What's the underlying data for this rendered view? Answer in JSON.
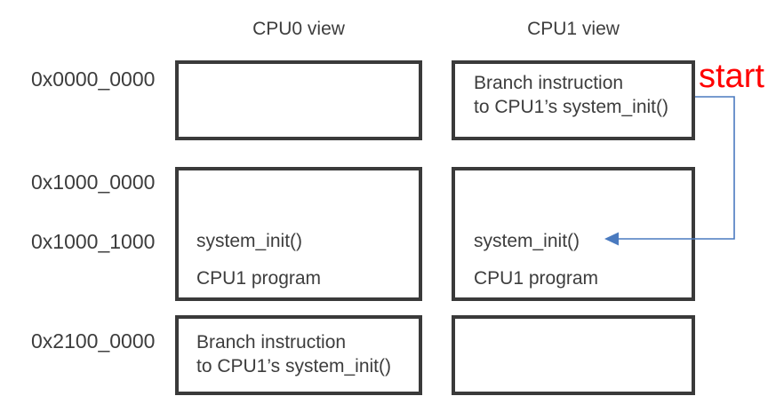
{
  "diagram": {
    "cpu0_title": "CPU0 view",
    "cpu1_title": "CPU1 view",
    "addresses": [
      "0x0000_0000",
      "0x1000_0000",
      "0x1000_1000",
      "0x2100_0000"
    ],
    "cpu0": {
      "box2_line1": "system_init()",
      "box2_line2": "CPU1 program",
      "box3_line1": "Branch instruction",
      "box3_line2": "to CPU1’s system_init()"
    },
    "cpu1": {
      "box1_line1": "Branch instruction",
      "box1_line2": "to CPU1’s system_init()",
      "box2_line1": "system_init()",
      "box2_line2": "CPU1 program"
    },
    "start_label": "start",
    "colors": {
      "box_border": "#3a3a3a",
      "text": "#3d3d3d",
      "start_label": "#ff0000",
      "arrow": "#4a7abf"
    }
  }
}
